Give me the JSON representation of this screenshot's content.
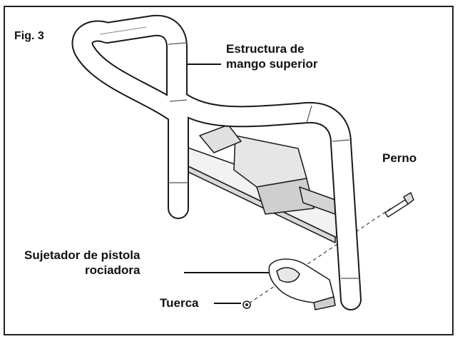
{
  "figure": {
    "label": "Fig. 3"
  },
  "callouts": {
    "estructura_line1": "Estructura de",
    "estructura_line2": "mango superior",
    "perno": "Perno",
    "sujetador_line1": "Sujetador de pistola",
    "sujetador_line2": "rociadora",
    "tuerca": "Tuerca"
  }
}
